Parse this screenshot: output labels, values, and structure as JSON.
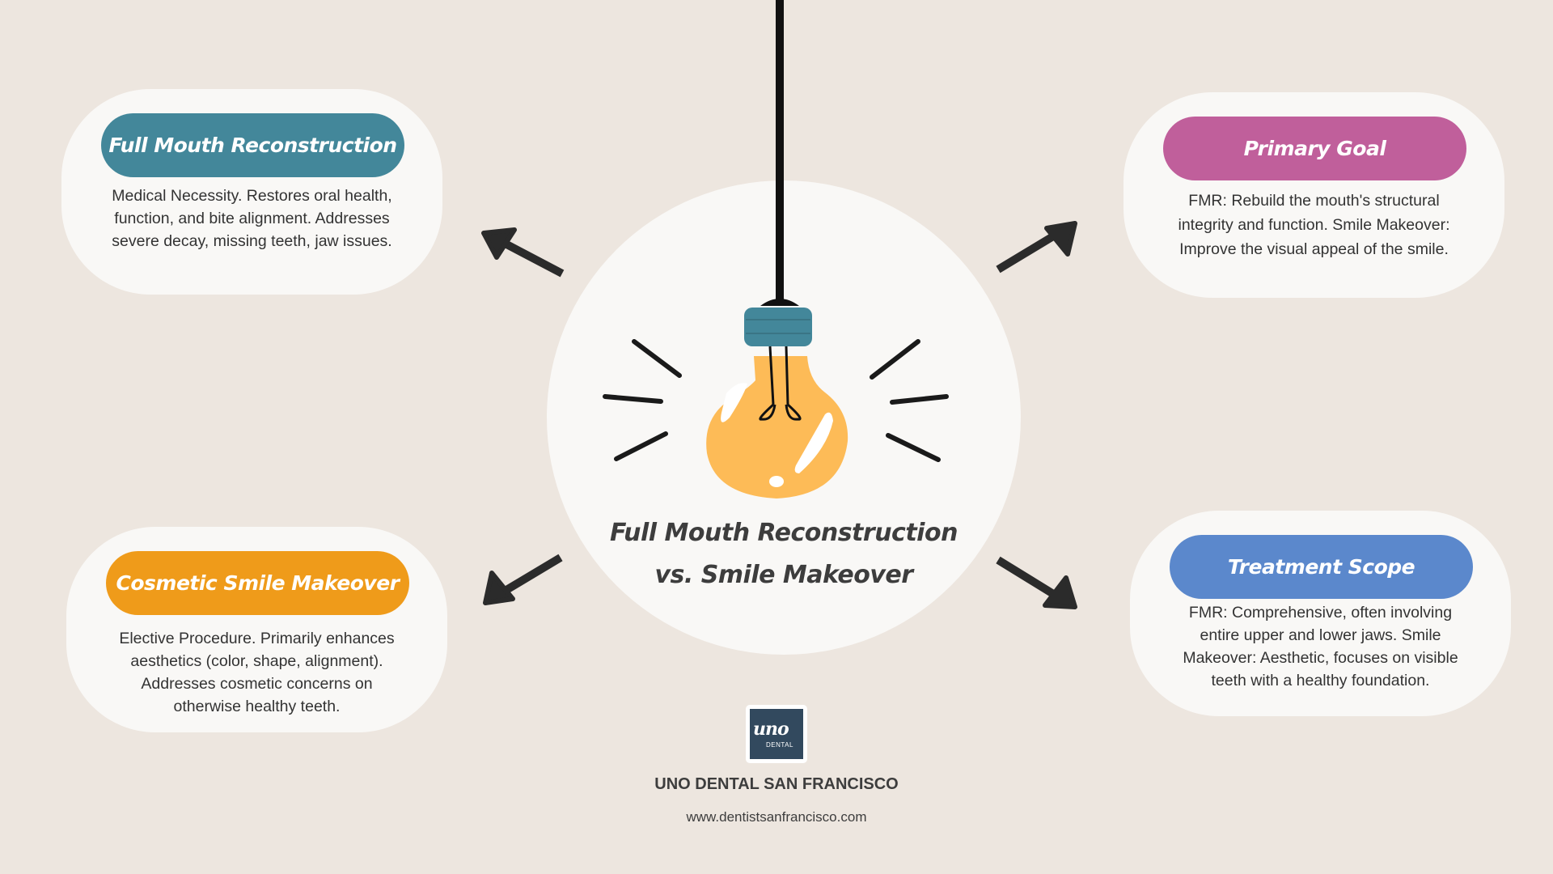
{
  "center": {
    "title_line1": "Full Mouth Reconstruction",
    "title_line2": "vs. Smile Makeover"
  },
  "cards": [
    {
      "heading": "Full Mouth Reconstruction",
      "color": "#43879a",
      "text": "Medical Necessity. Restores oral health, function, and bite alignment. Addresses severe decay, missing teeth, jaw issues."
    },
    {
      "heading": "Primary Goal",
      "color": "#c05f9b",
      "text": "FMR: Rebuild the mouth's structural integrity and function. Smile Makeover: Improve the visual appeal of the smile."
    },
    {
      "heading": "Cosmetic Smile Makeover",
      "color": "#ef9b1a",
      "text": "Elective Procedure. Primarily enhances aesthetics (color, shape, alignment). Addresses cosmetic concerns on otherwise healthy teeth."
    },
    {
      "heading": "Treatment Scope",
      "color": "#5b88cc",
      "text": "FMR: Comprehensive, often involving entire upper and lower jaws. Smile Makeover: Aesthetic, focuses on visible teeth with a healthy foundation."
    }
  ],
  "footer": {
    "logo_word": "uno",
    "logo_sub": "DENTAL",
    "brand": "UNO DENTAL SAN FRANCISCO",
    "url": "www.dentistsanfrancisco.com"
  }
}
